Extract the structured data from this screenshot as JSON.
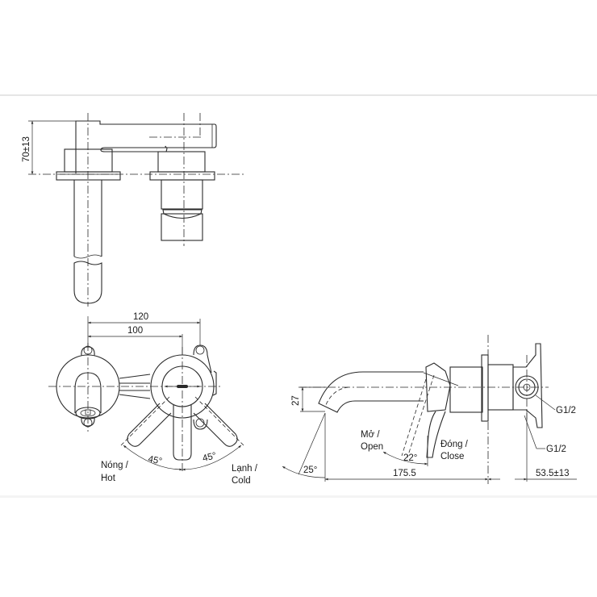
{
  "drawing": {
    "title": "Wall-mounted single lever basin faucet — technical dimensions",
    "colors": {
      "line": "#2a2a2a",
      "background": "#ffffff",
      "divider": "#e6e6e6"
    },
    "front_view": {
      "height_dim": "70±13"
    },
    "top_view": {
      "dim_outer": "120",
      "dim_inner": "100",
      "angle_left": "45°",
      "angle_right": "45°",
      "hot_label_line1": "Nóng /",
      "hot_label_line2": "Hot",
      "cold_label_line1": "Lạnh /",
      "cold_label_line2": "Cold"
    },
    "side_view": {
      "spout_height_dim": "27",
      "spout_angle": "25°",
      "lever_angle": "22°",
      "open_label_line1": "Mở /",
      "open_label_line2": "Open",
      "close_label_line1": "Đóng /",
      "close_label_line2": "Close",
      "length_dim": "175.5",
      "depth_dim": "53.5±13",
      "thread_1": "G1/2",
      "thread_2": "G1/2"
    }
  }
}
